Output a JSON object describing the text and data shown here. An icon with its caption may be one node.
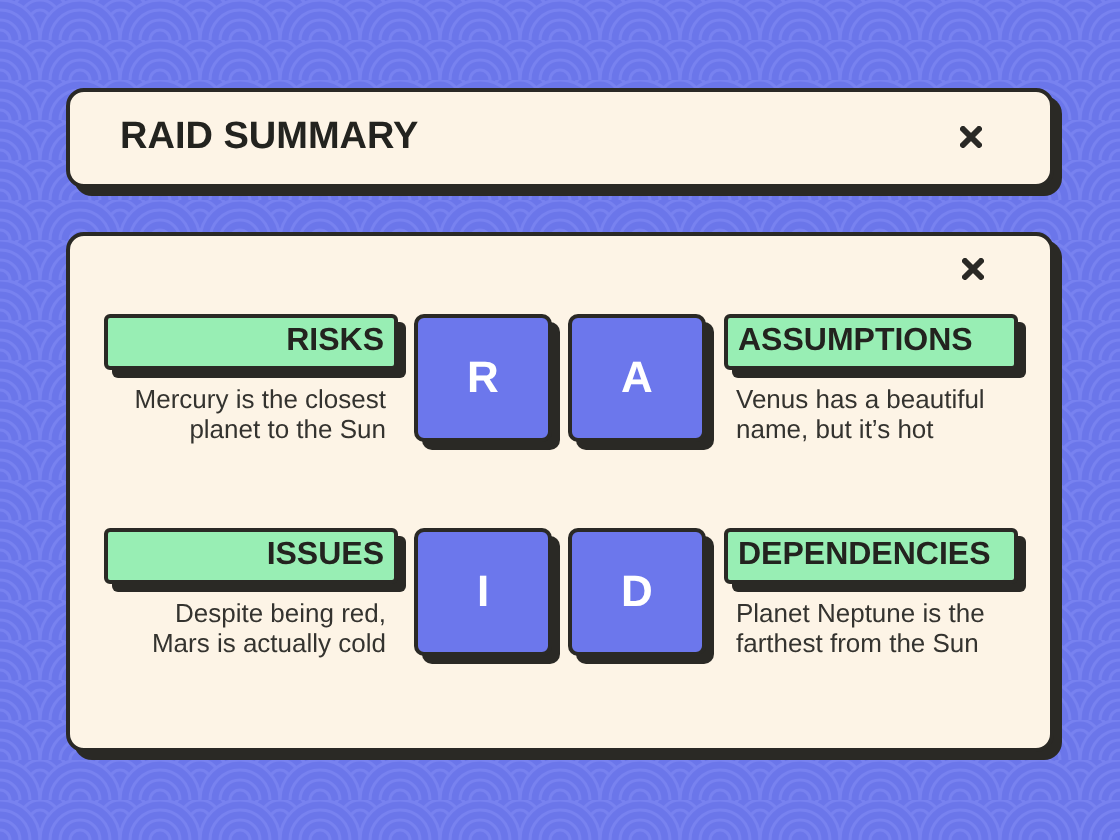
{
  "diagram": {
    "nodes": [
      {
        "text": [
          "RAID SUMMARY"
        ]
      },
      {
        "text": [],
        "shape": "box"
      },
      {
        "text": [
          "RISKS"
        ],
        "beside": [
          "Mercury is the closest planet to the Sun"
        ],
        "in": 1
      },
      {
        "text": [
          "R"
        ],
        "in": 1
      },
      {
        "text": [
          "A"
        ],
        "in": 1
      },
      {
        "text": [
          "ASSUMPTIONS"
        ],
        "beside": [
          "Venus has a beautiful name, but it’s hot"
        ],
        "in": 1
      },
      {
        "text": [
          "ISSUES"
        ],
        "beside": [
          "Despite being red, Mars is actually cold"
        ],
        "in": 1
      },
      {
        "text": [
          "I"
        ],
        "in": 1
      },
      {
        "text": [
          "D"
        ],
        "in": 1
      },
      {
        "text": [
          "DEPENDENCIES"
        ],
        "beside": [
          "Planet Neptune is the farthest from the Sun"
        ],
        "in": 1
      }
    ]
  }
}
